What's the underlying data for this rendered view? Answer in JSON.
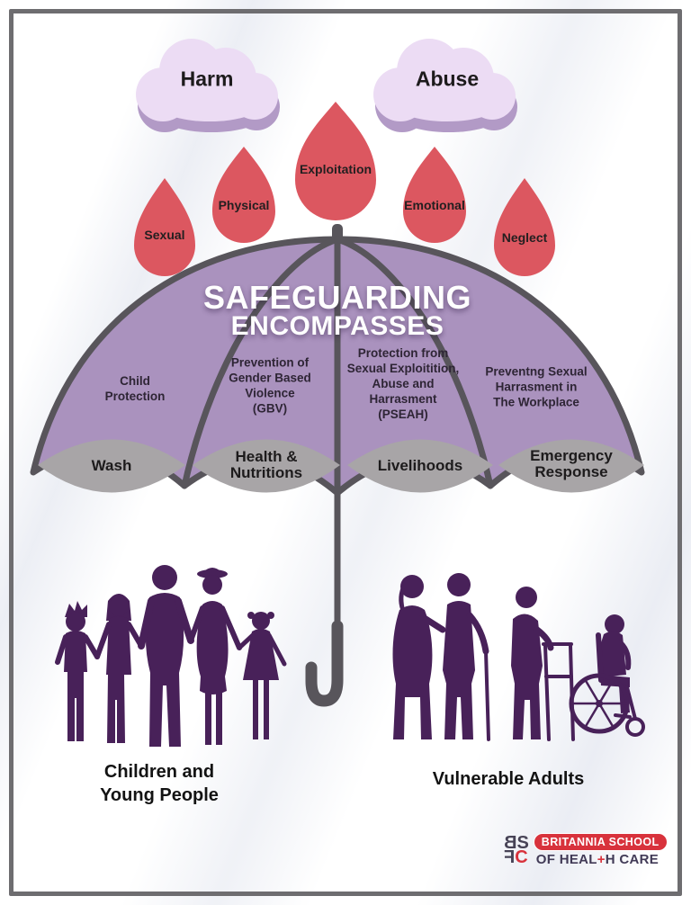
{
  "clouds": [
    {
      "label": "Harm"
    },
    {
      "label": "Abuse"
    }
  ],
  "drops": [
    {
      "label": "Sexual"
    },
    {
      "label": "Physical"
    },
    {
      "label": "Exploitation"
    },
    {
      "label": "Emotional"
    },
    {
      "label": "Neglect"
    }
  ],
  "umbrella": {
    "title_line1": "SAFEGUARDING",
    "title_line2": "ENCOMPASSES",
    "panels": [
      {
        "label": "Child\nProtection"
      },
      {
        "label": "Prevention of\nGender Based\nViolence\n(GBV)"
      },
      {
        "label": "Protection from\nSexual Exploitition,\nAbuse and\nHarrasment\n(PSEAH)"
      },
      {
        "label": "Preventng Sexual\nHarrasment in\nThe Workplace"
      }
    ],
    "sectors": [
      {
        "label": "Wash"
      },
      {
        "label": "Health &\nNutritions"
      },
      {
        "label": "Livelihoods"
      },
      {
        "label": "Emergency\nResponse"
      }
    ]
  },
  "groups": [
    {
      "label": "Children and\nYoung People"
    },
    {
      "label": "Vulnerable Adults"
    }
  ],
  "logo": {
    "monogram_top_first": "B",
    "monogram_top_second": "S",
    "monogram_bottom_first": "F",
    "monogram_bottom_second": "C",
    "line1": "BRITANNIA SCHOOL",
    "line2_part1": "OF HEAL",
    "line2_plus": "+",
    "line2_part2": "H CARE"
  },
  "colors": {
    "cloud": "#ecdcf4",
    "cloud_shadow": "#b29ac6",
    "drop_red": "#dc5760",
    "umbrella_purple": "#aa92be",
    "frame_gray": "#58555b",
    "sector_gray": "#a8a5a7",
    "silhouette_purple": "#482159",
    "logo_red": "#d8323c",
    "logo_navy": "#413a56"
  }
}
